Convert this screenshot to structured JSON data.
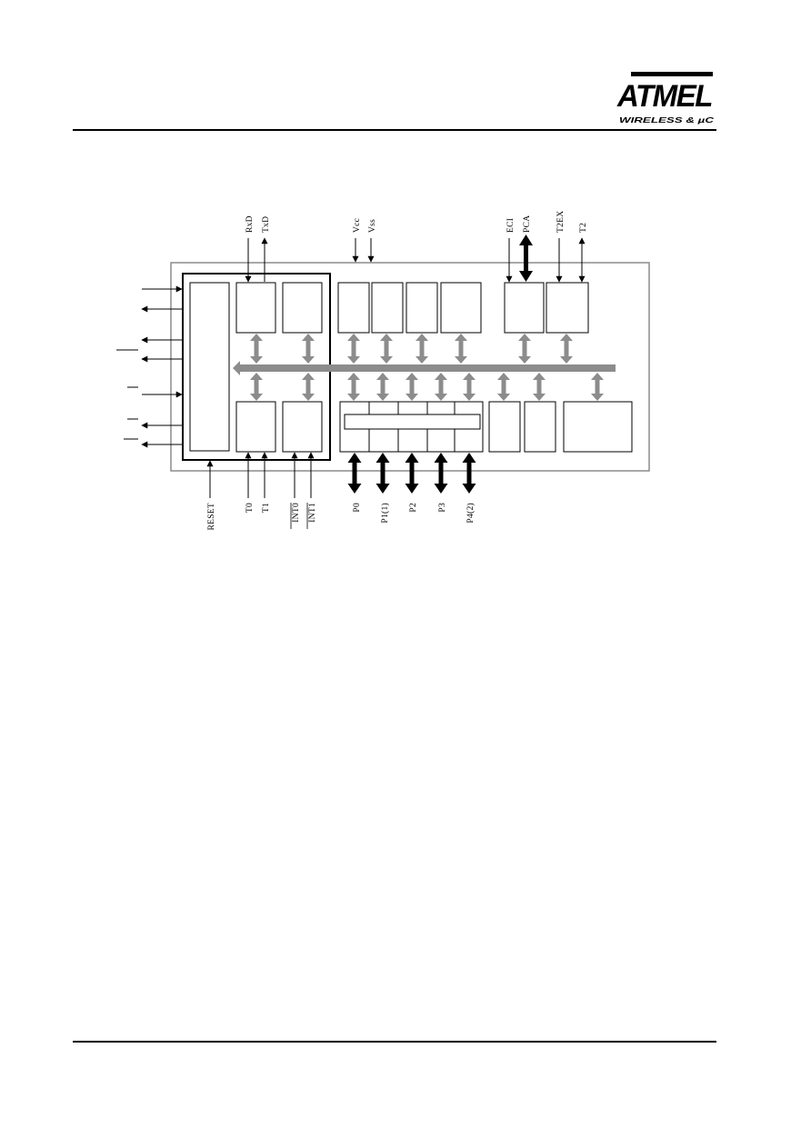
{
  "header": {
    "logo_text": "ATMEL",
    "logo_subtitle": "WIRELESS & µC"
  },
  "diagram": {
    "top_pins": [
      "RxD",
      "TxD",
      "Vcc",
      "Vss",
      "ECI",
      "PCA",
      "T2EX",
      "T2"
    ],
    "bottom_pins": [
      "RESET",
      "T0",
      "T1",
      "INT0",
      "INT1",
      "P0",
      "P1(1)",
      "P2",
      "P3",
      "P4(2)"
    ],
    "overlined_pins": [
      "INT0",
      "INT1"
    ],
    "colors": {
      "chip_outline": "#8c8c8c",
      "internal_bus": "#8c8c8c",
      "block_outline": "#000000",
      "port_arrows": "#000000"
    }
  }
}
